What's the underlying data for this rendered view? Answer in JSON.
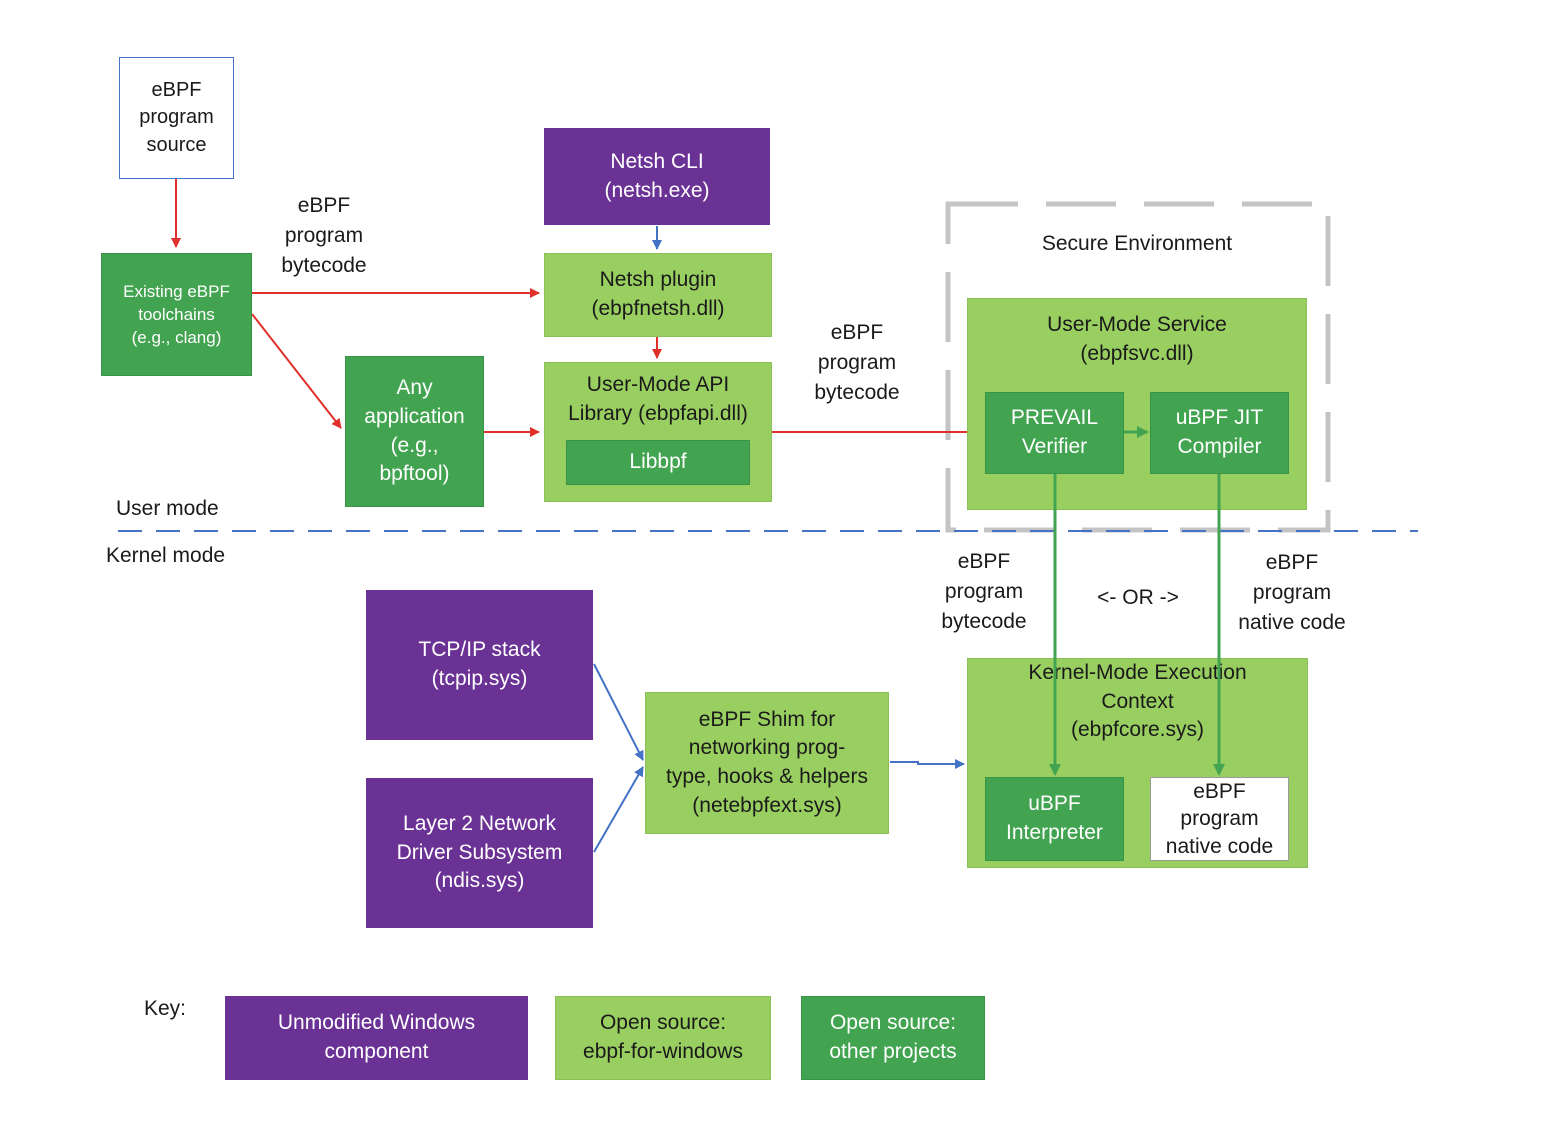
{
  "boxes": {
    "ebpf_source": [
      "eBPF",
      "program",
      "source"
    ],
    "toolchains": [
      "Existing eBPF",
      "toolchains",
      "(e.g., clang)"
    ],
    "netsh_cli": [
      "Netsh CLI",
      "(netsh.exe)"
    ],
    "netsh_plugin": [
      "Netsh plugin",
      "(ebpfnetsh.dll)"
    ],
    "any_app": [
      "Any",
      "application",
      "(e.g.,",
      "bpftool)"
    ],
    "api_library": [
      "User-Mode API",
      "Library (ebpfapi.dll)"
    ],
    "libbpf": "Libbpf",
    "secure_env": "Secure Environment",
    "user_service": [
      "User-Mode Service",
      "(ebpfsvc.dll)"
    ],
    "prevail": [
      "PREVAIL",
      "Verifier"
    ],
    "ubpf_jit": [
      "uBPF JIT",
      "Compiler"
    ],
    "tcpip": [
      "TCP/IP stack",
      "(tcpip.sys)"
    ],
    "ndis": [
      "Layer 2 Network",
      "Driver Subsystem",
      "(ndis.sys)"
    ],
    "shim": [
      "eBPF Shim for",
      "networking prog-",
      "type, hooks & helpers",
      "(netebpfext.sys)"
    ],
    "kernel_ctx": [
      "Kernel-Mode Execution",
      "Context",
      "(ebpfcore.sys)"
    ],
    "ubpf_interp": [
      "uBPF",
      "Interpreter"
    ],
    "native_code_box": [
      "eBPF",
      "program",
      "native code"
    ]
  },
  "labels": {
    "bytecode_top": [
      "eBPF",
      "program",
      "bytecode"
    ],
    "bytecode_mid": [
      "eBPF",
      "program",
      "bytecode"
    ],
    "bytecode_kernel": [
      "eBPF",
      "program",
      "bytecode"
    ],
    "or": "<- OR ->",
    "native_kernel": [
      "eBPF",
      "program",
      "native code"
    ],
    "user_mode": "User mode",
    "kernel_mode": "Kernel mode"
  },
  "key": {
    "title": "Key:",
    "unmodified": [
      "Unmodified Windows",
      "component"
    ],
    "open_ebpf": [
      "Open source:",
      "ebpf-for-windows"
    ],
    "open_other": [
      "Open source:",
      "other projects"
    ]
  },
  "colors": {
    "unmodified_windows": "#6b3295",
    "open_source_ebpf_for_windows": "#99cf61",
    "open_source_other": "#42a350",
    "bytecode_arrow": "#e0302a",
    "control_arrow": "#4472c4",
    "kernel_flow_arrow": "#42a350",
    "mode_divider": "#4472c4",
    "secure_border": "#c4c4c4"
  }
}
